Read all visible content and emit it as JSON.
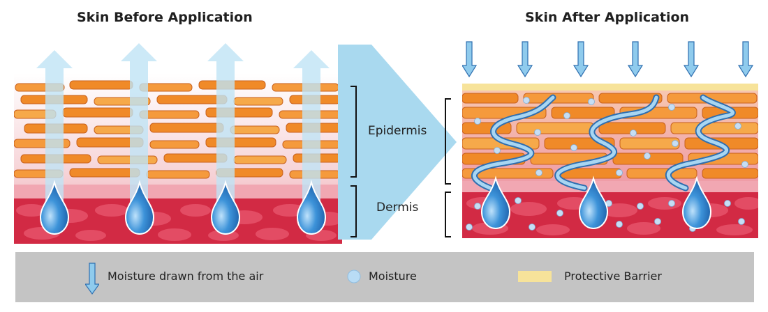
{
  "titles": {
    "before": "Skin Before Application",
    "after": "Skin After Application"
  },
  "layers": {
    "epidermis": "Epidermis",
    "dermis": "Dermis"
  },
  "legend": {
    "air_moisture": "Moisture drawn from the air",
    "moisture": "Moisture",
    "barrier": "Protective Barrier"
  },
  "colors": {
    "cell_orange": "#f08a28",
    "cell_light": "#f6a94a",
    "pink_layer": "#f3c8c8",
    "dermis_red": "#d8243e",
    "dermis_cell": "#e64a62",
    "moisture_blue": "#2f86d0",
    "air_arrow": "#9fd3ee",
    "barrier_yellow": "#f7e39a",
    "legend_bg": "#c4c4c4",
    "big_arrow": "#a9d9ef"
  }
}
